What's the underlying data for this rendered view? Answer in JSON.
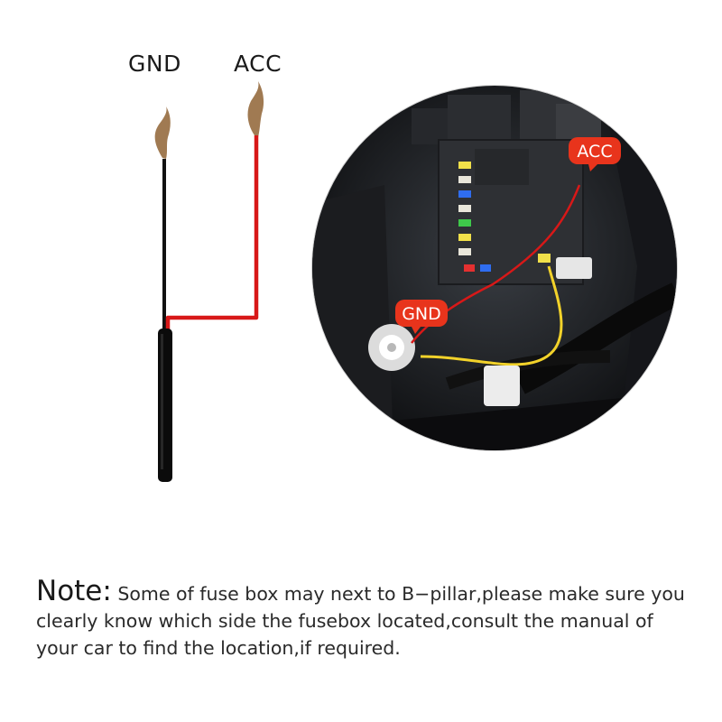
{
  "wire_labels": {
    "gnd": "GND",
    "acc": "ACC"
  },
  "photo_callouts": {
    "acc": "ACC",
    "gnd": "GND"
  },
  "note": {
    "label": "Note:",
    "text": "Some of fuse box may next to B−pillar,please make sure you clearly know which side the fusebox located,consult the manual of your car to find the location,if required."
  },
  "colors": {
    "acc_wire": "#d81818",
    "gnd_wire": "#111111",
    "tap_wire": "#f2d22a",
    "callout_bg": "#e8341c"
  },
  "icons": {
    "wire-diagram": "two-wire-pigtail",
    "photo": "car-fuse-box-photo"
  }
}
